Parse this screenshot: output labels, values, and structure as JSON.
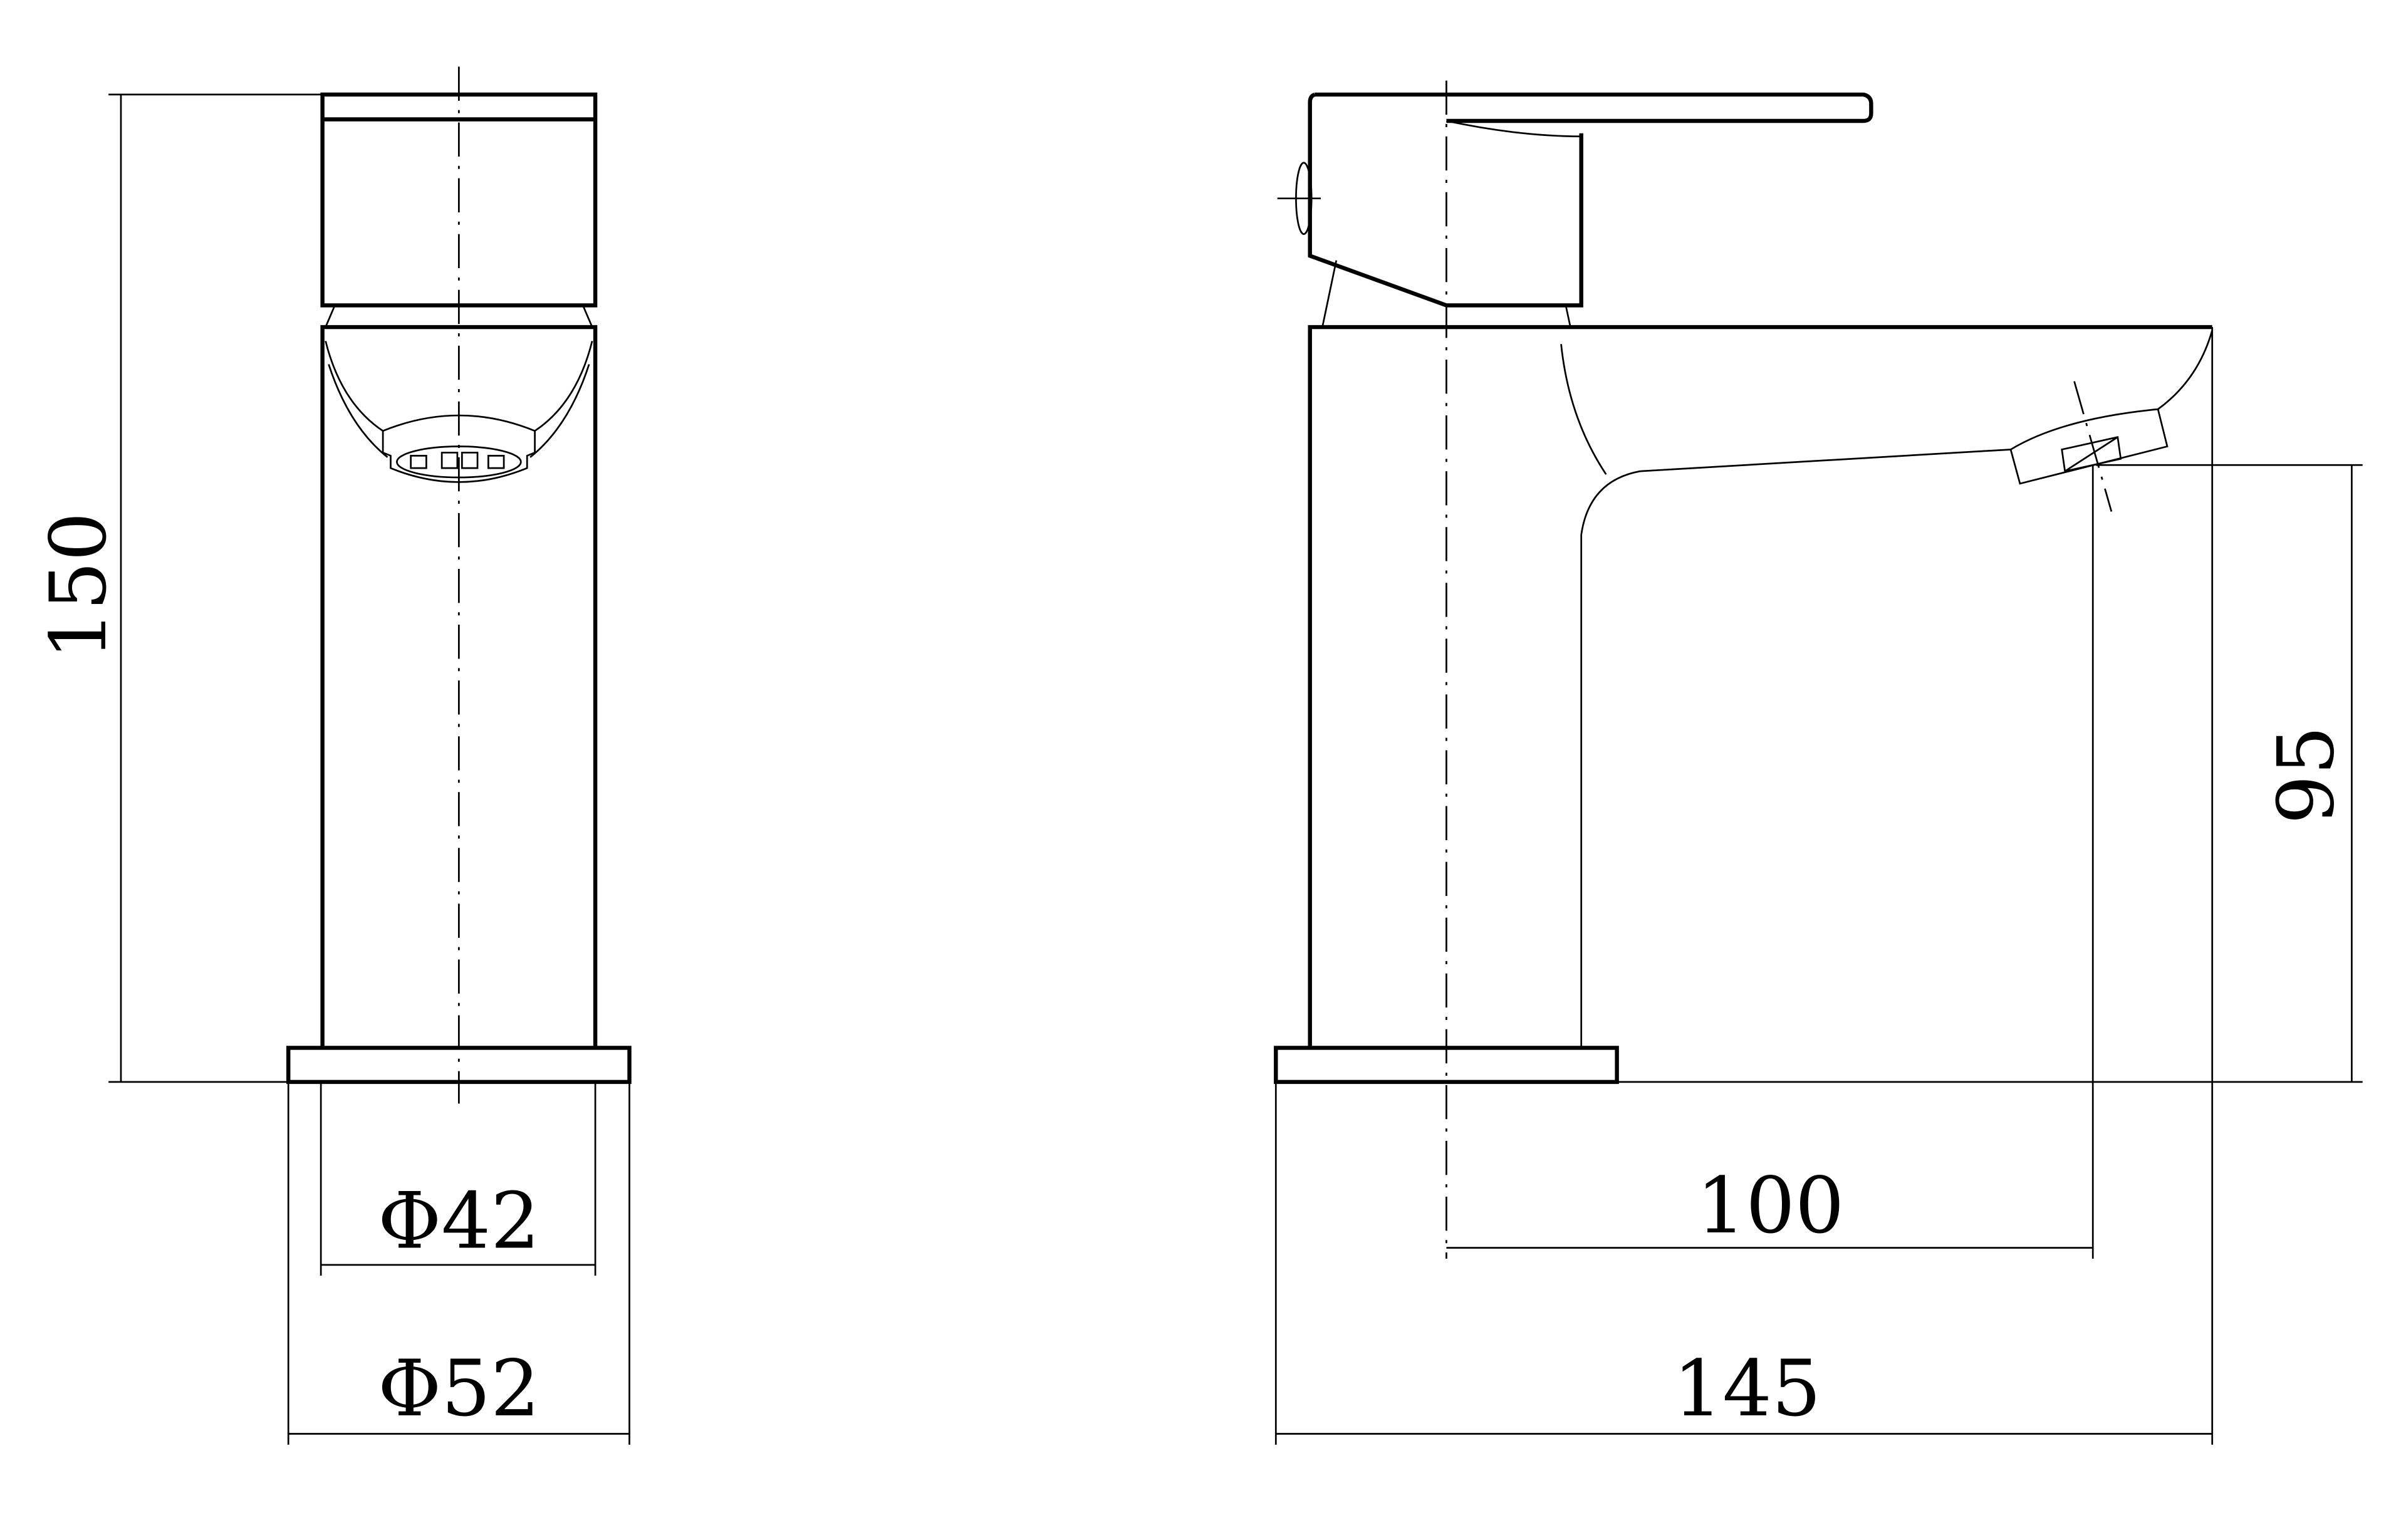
{
  "drawing": {
    "front_view": {
      "height_label": "150",
      "inner_diameter_label": "Φ42",
      "base_diameter_label": "Φ52"
    },
    "side_view": {
      "spout_height_label": "95",
      "spout_reach_label": "100",
      "overall_depth_label": "145"
    },
    "line_color": "#000000",
    "background_color": "#ffffff"
  }
}
